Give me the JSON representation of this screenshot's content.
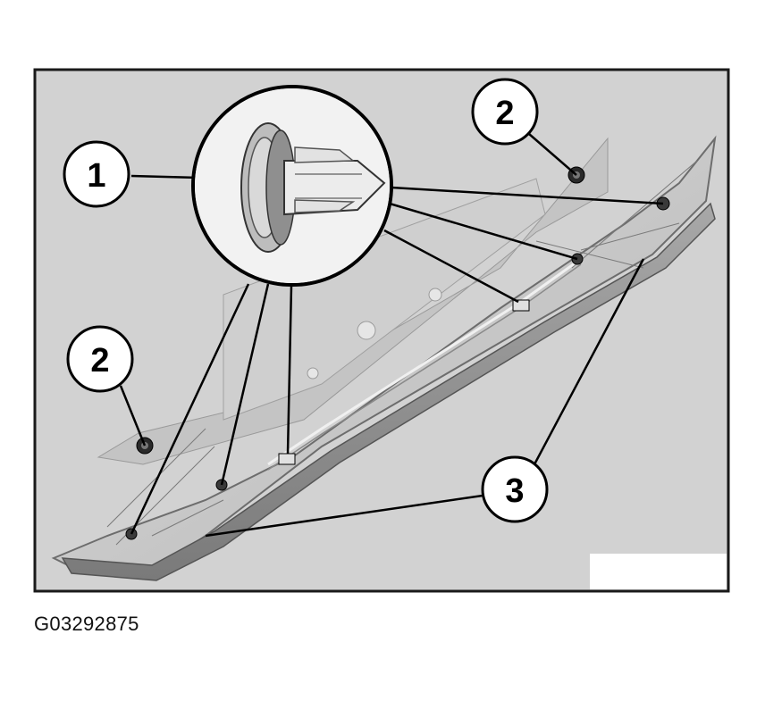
{
  "figure": {
    "id_label": "G03292875",
    "callouts": [
      {
        "key": "clip",
        "label": "1"
      },
      {
        "key": "screw-top",
        "label": "2"
      },
      {
        "key": "screw-left",
        "label": "2"
      },
      {
        "key": "trim-panel",
        "label": "3"
      }
    ]
  },
  "colors": {
    "background": "#d2d2d2",
    "frame": "#1a1a1a",
    "part": "#c9c9c9",
    "part_dark": "#8e8e8e",
    "leader": "#000000"
  }
}
